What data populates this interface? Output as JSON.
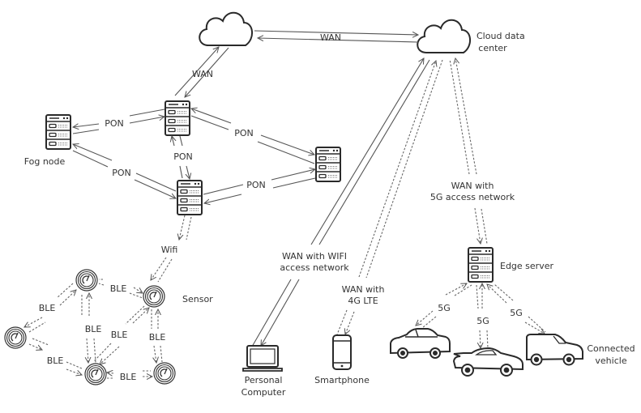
{
  "diagram": {
    "type": "network-architecture",
    "nodes": {
      "cloud_left": {
        "label": ""
      },
      "cloud_right": {
        "label_line1": "Cloud data",
        "label_line2": "center"
      },
      "fog_node": {
        "label": "Fog node"
      },
      "fog_server_top": {
        "label": ""
      },
      "fog_server_mid": {
        "label": ""
      },
      "fog_server_right": {
        "label": ""
      },
      "edge_server": {
        "label": "Edge server"
      },
      "sensor_group": {
        "label": "Sensor"
      },
      "personal_computer": {
        "label_line1": "Personal",
        "label_line2": "Computer"
      },
      "smartphone": {
        "label": "Smartphone"
      },
      "connected_vehicle": {
        "label_line1": "Connected",
        "label_line2": "vehicle"
      }
    },
    "links": {
      "wan_clouds": "WAN",
      "wan_fog_cloud": "WAN",
      "pon_fog_top": "PON",
      "pon_top_mid": "PON",
      "pon_fog_mid": "PON",
      "pon_top_right": "PON",
      "pon_mid_right": "PON",
      "wifi_sensor": "Wifi",
      "ble_1": "BLE",
      "ble_2": "BLE",
      "ble_3": "BLE",
      "ble_4": "BLE",
      "ble_5": "BLE",
      "ble_6": "BLE",
      "ble_7": "BLE",
      "wan_wifi_line1": "WAN with WIFI",
      "wan_wifi_line2": "access network",
      "wan_4g_line1": "WAN with",
      "wan_4g_line2": "4G LTE",
      "wan_5g_line1": "WAN with",
      "wan_5g_line2": "5G access network",
      "fiveg_1": "5G",
      "fiveg_2": "5G",
      "fiveg_3": "5G"
    }
  }
}
